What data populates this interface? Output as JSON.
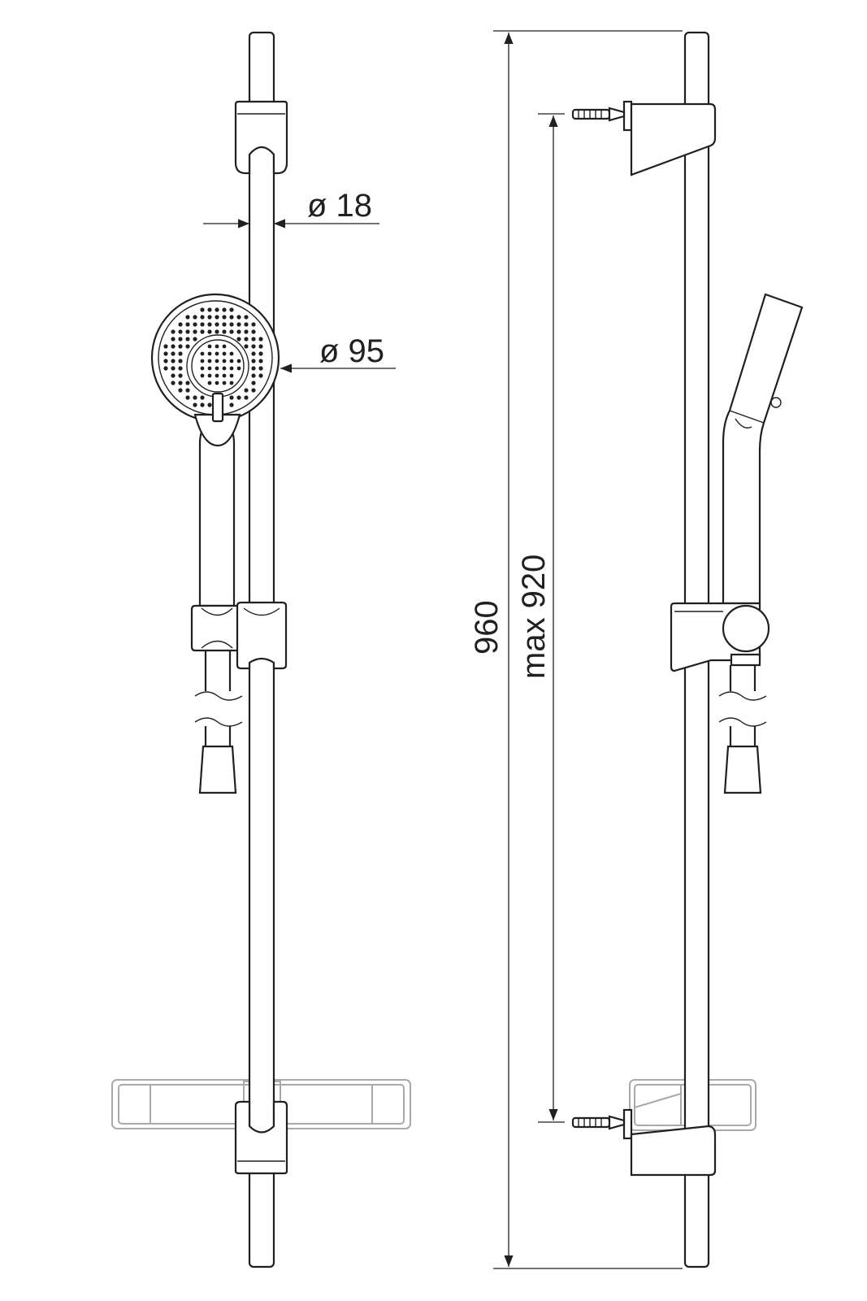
{
  "drawing": {
    "front_view": {
      "rail_diameter_label": "ø 18",
      "head_diameter_label": "ø 95"
    },
    "side_view": {
      "total_height_label": "960",
      "bracket_spacing_label": "max 920"
    },
    "colors": {
      "line": "#231f20",
      "soap_dish": "#a7a9ac"
    }
  }
}
